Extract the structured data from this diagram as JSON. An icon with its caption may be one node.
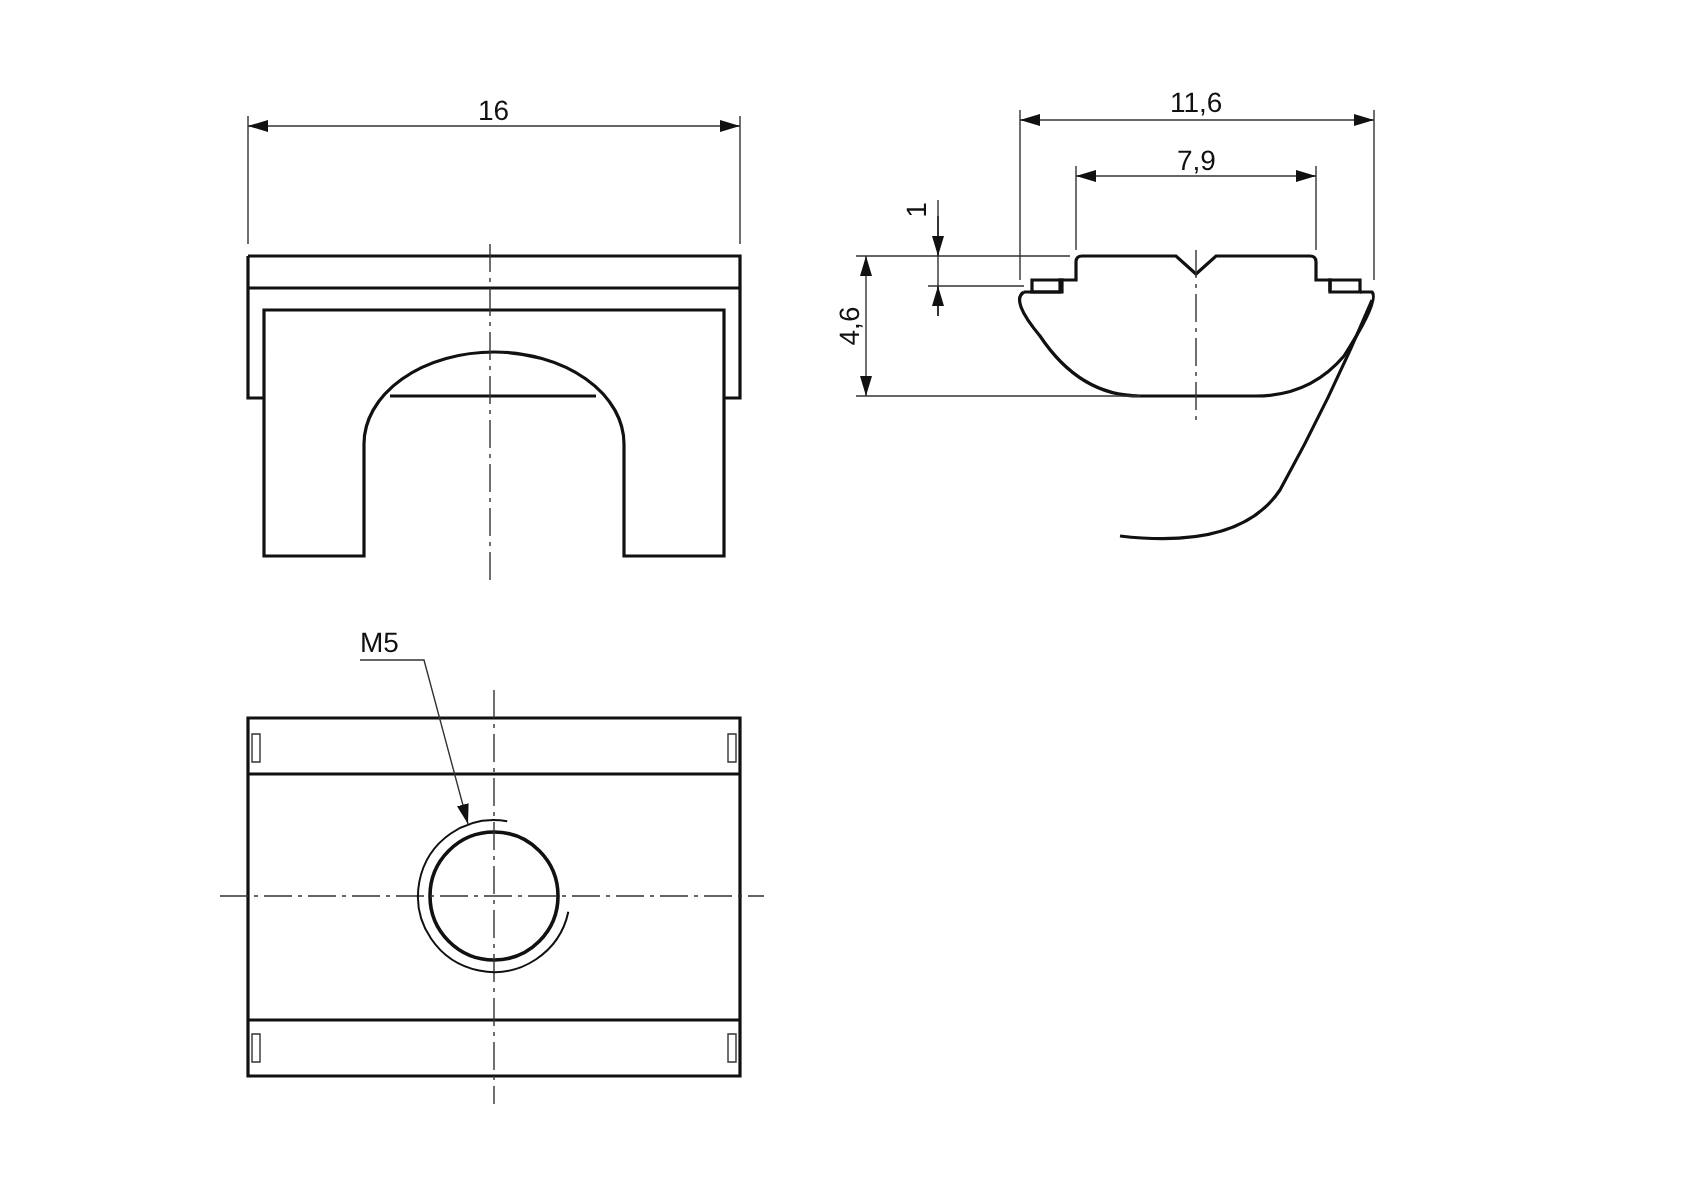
{
  "diagram": {
    "nodes": [
      {
        "text": [
          "M5"
        ]
      },
      {
        "text": [],
        "shape": "circle"
      }
    ],
    "edges": [
      {
        "from": 0,
        "to": 1,
        "arrow": "to"
      }
    ],
    "labels": [
      "16",
      "11,6",
      "7,9",
      "1",
      "4,6"
    ]
  }
}
